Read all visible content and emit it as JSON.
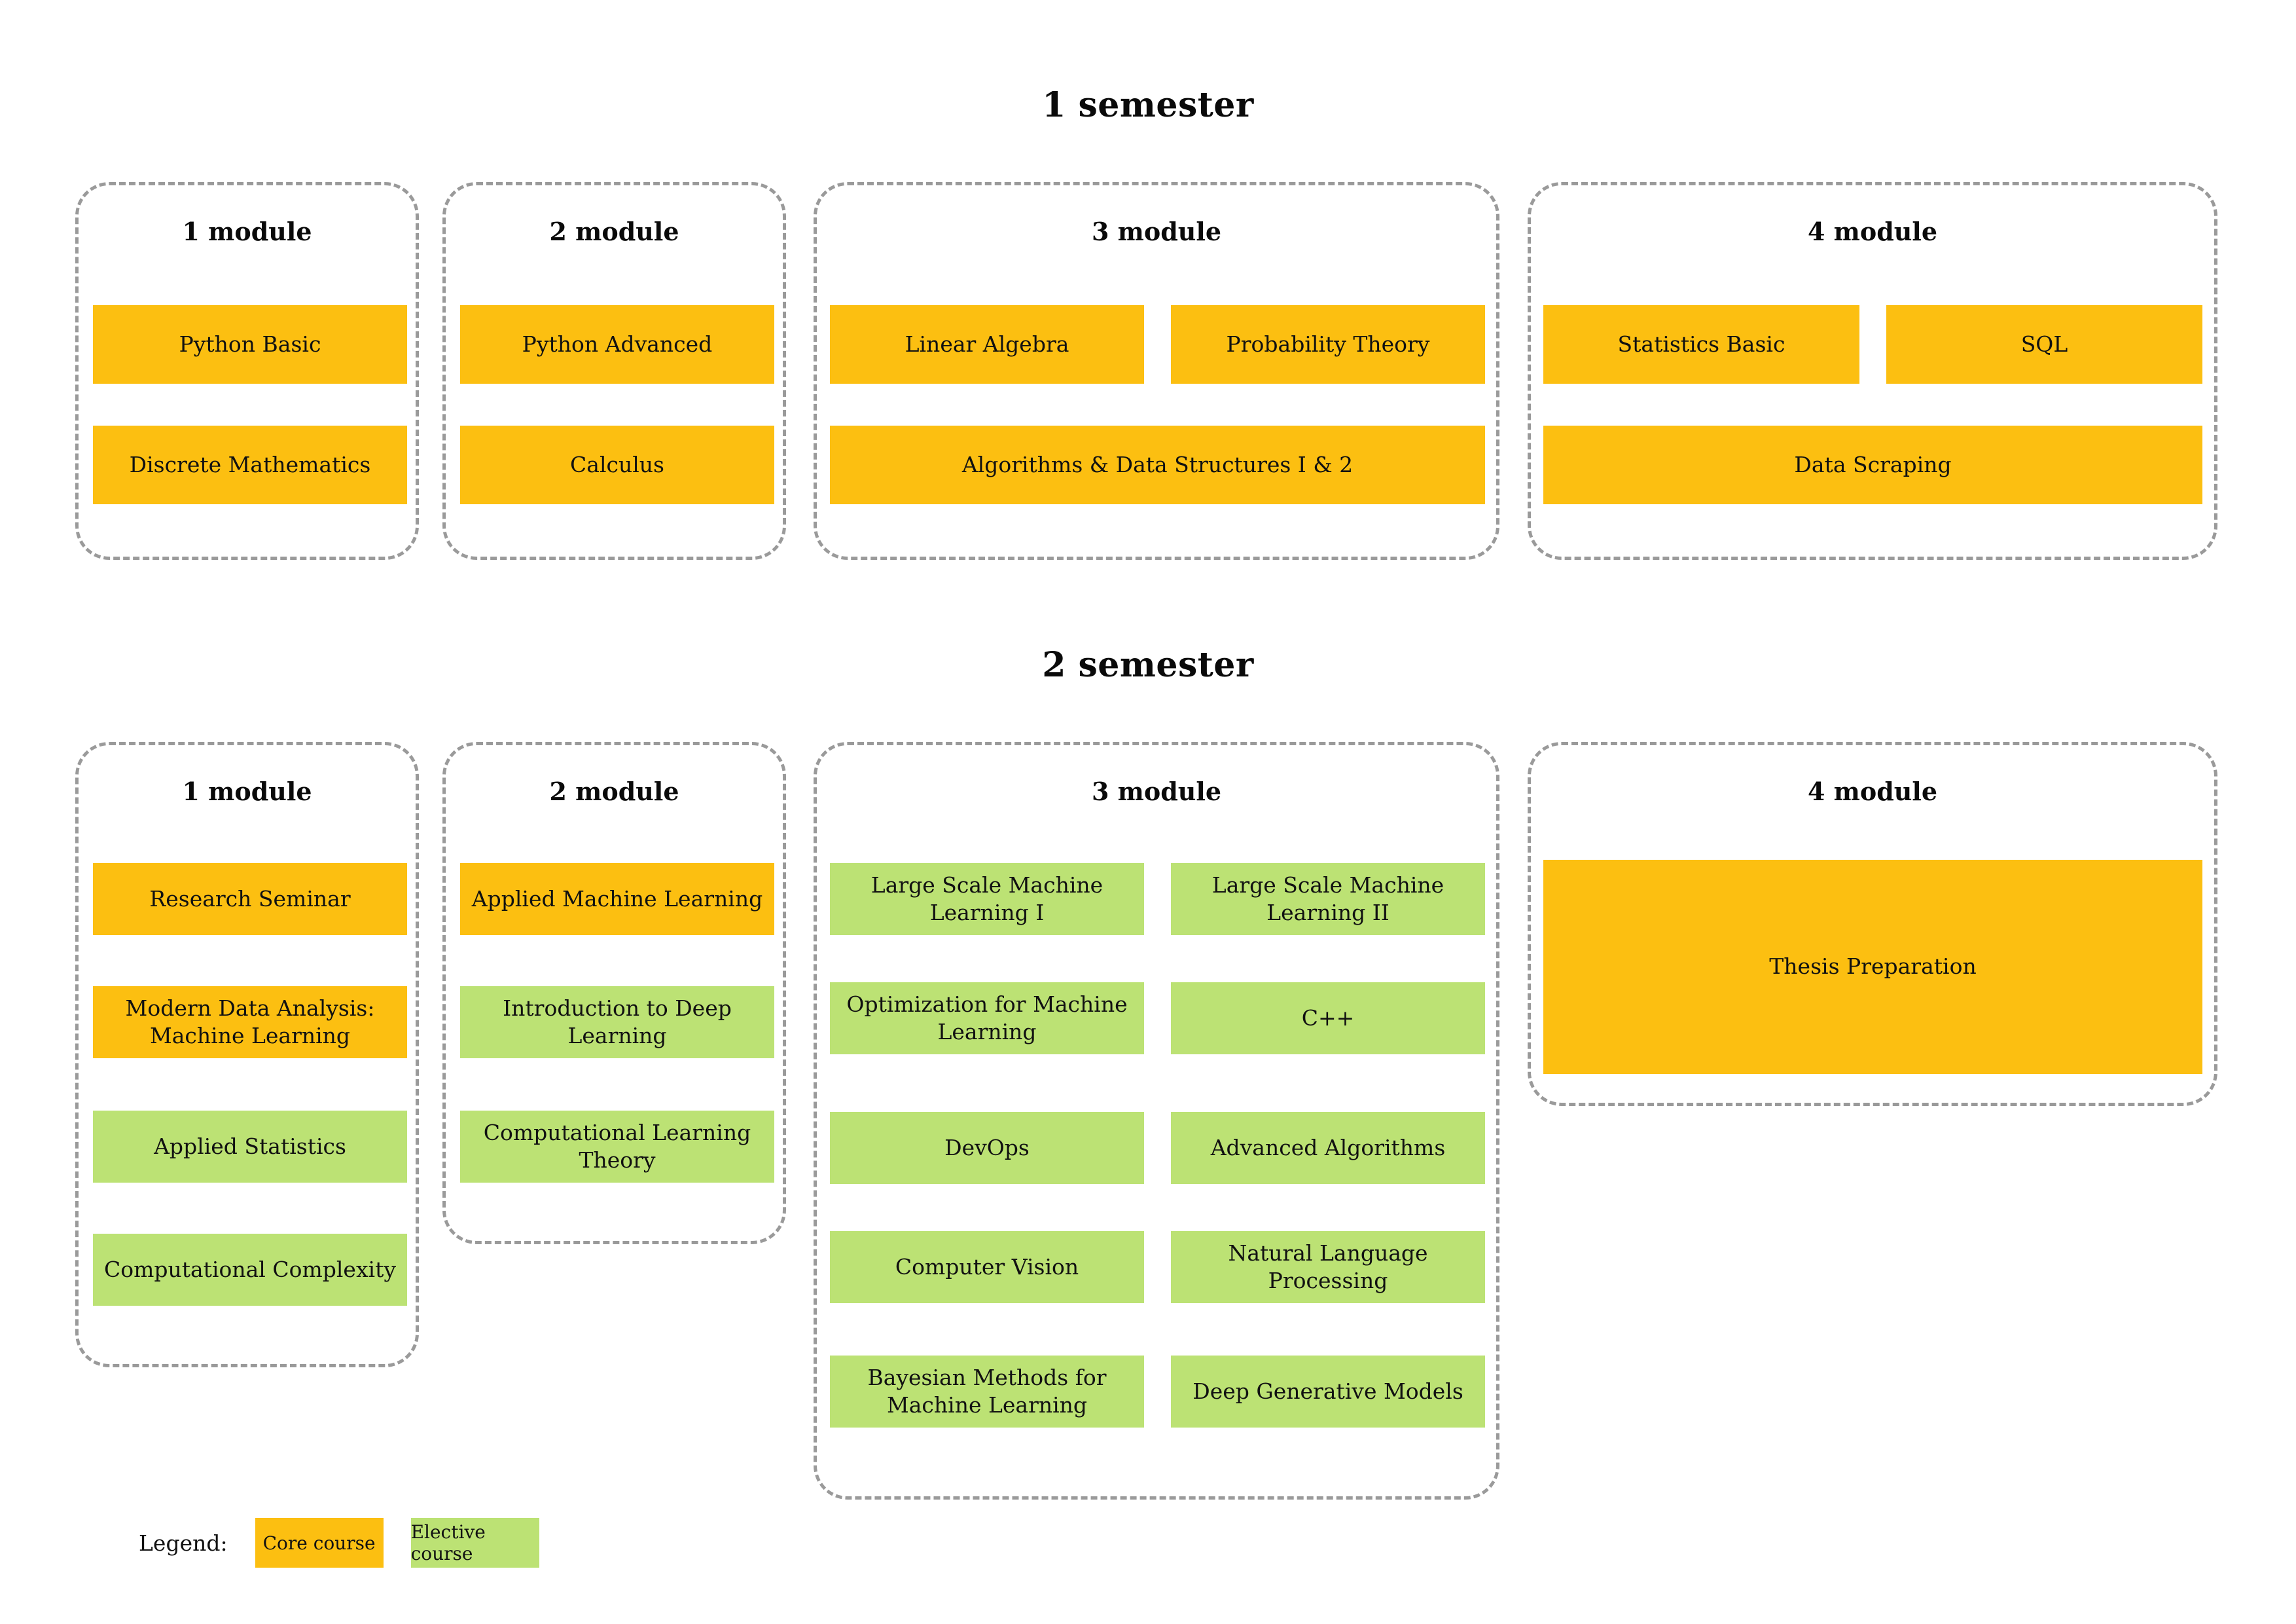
{
  "colors": {
    "core": "#fcbf11",
    "elective": "#bce274",
    "module_border": "#9a9a9a",
    "background": "#ffffff",
    "text": "#111111"
  },
  "semesters": [
    {
      "title": "1 semester",
      "modules": [
        {
          "title": "1 module",
          "courses": [
            {
              "label": "Python Basic",
              "type": "core"
            },
            {
              "label": "Discrete Mathematics",
              "type": "core"
            }
          ]
        },
        {
          "title": "2 module",
          "courses": [
            {
              "label": "Python Advanced",
              "type": "core"
            },
            {
              "label": "Calculus",
              "type": "core"
            }
          ]
        },
        {
          "title": "3 module",
          "courses": [
            {
              "label": "Linear Algebra",
              "type": "core"
            },
            {
              "label": "Probability Theory",
              "type": "core"
            },
            {
              "label": "Algorithms & Data Structures I & 2",
              "type": "core"
            }
          ]
        },
        {
          "title": "4 module",
          "courses": [
            {
              "label": "Statistics Basic",
              "type": "core"
            },
            {
              "label": "SQL",
              "type": "core"
            },
            {
              "label": "Data Scraping",
              "type": "core"
            }
          ]
        }
      ]
    },
    {
      "title": "2 semester",
      "modules": [
        {
          "title": "1 module",
          "courses": [
            {
              "label": "Research Seminar",
              "type": "core"
            },
            {
              "label": "Modern Data Analysis: Machine Learning",
              "type": "core"
            },
            {
              "label": "Applied Statistics",
              "type": "elective"
            },
            {
              "label": "Computational Complexity",
              "type": "elective"
            }
          ]
        },
        {
          "title": "2 module",
          "courses": [
            {
              "label": "Applied Machine Learning",
              "type": "core"
            },
            {
              "label": "Introduction to Deep Learning",
              "type": "elective"
            },
            {
              "label": "Computational Learning Theory",
              "type": "elective"
            }
          ]
        },
        {
          "title": "3 module",
          "courses": [
            {
              "label": "Large Scale Machine Learning I",
              "type": "elective"
            },
            {
              "label": "Large Scale Machine Learning II",
              "type": "elective"
            },
            {
              "label": "Optimization for Machine Learning",
              "type": "elective"
            },
            {
              "label": "C++",
              "type": "elective"
            },
            {
              "label": "DevOps",
              "type": "elective"
            },
            {
              "label": "Advanced Algorithms",
              "type": "elective"
            },
            {
              "label": "Computer Vision",
              "type": "elective"
            },
            {
              "label": "Natural Language Processing",
              "type": "elective"
            },
            {
              "label": "Bayesian Methods for Machine Learning",
              "type": "elective"
            },
            {
              "label": "Deep Generative Models",
              "type": "elective"
            }
          ]
        },
        {
          "title": "4 module",
          "courses": [
            {
              "label": "Thesis Preparation",
              "type": "core"
            }
          ]
        }
      ]
    }
  ],
  "legend": {
    "label": "Legend:",
    "items": [
      {
        "label": "Core course",
        "type": "core"
      },
      {
        "label": "Elective course",
        "type": "elective"
      }
    ]
  }
}
